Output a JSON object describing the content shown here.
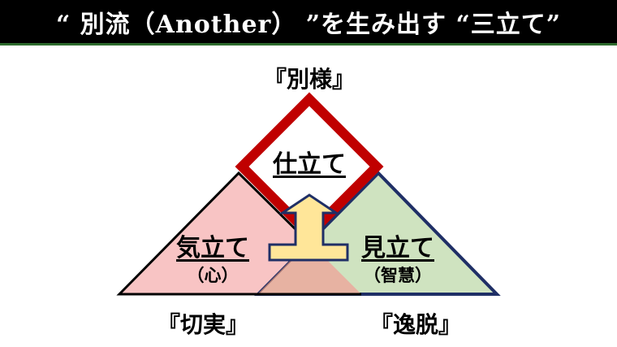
{
  "title": "“ 別流（Another） ”を生み出す “三立て”",
  "top_label": "『別様』",
  "center_label": "仕立て",
  "left_label": "気立て",
  "left_sub": "（心）",
  "right_label": "見立て",
  "right_sub": "（智慧）",
  "bottom_left_label": "『切実』",
  "bottom_right_label": "『逸脱』",
  "colors": {
    "red": "#c00000",
    "pink": "#f8c4c4",
    "green": "#cfe3c0",
    "overlap": "#e7b2a2",
    "arrow": "#ffe699",
    "navy": "#1f2f66"
  }
}
